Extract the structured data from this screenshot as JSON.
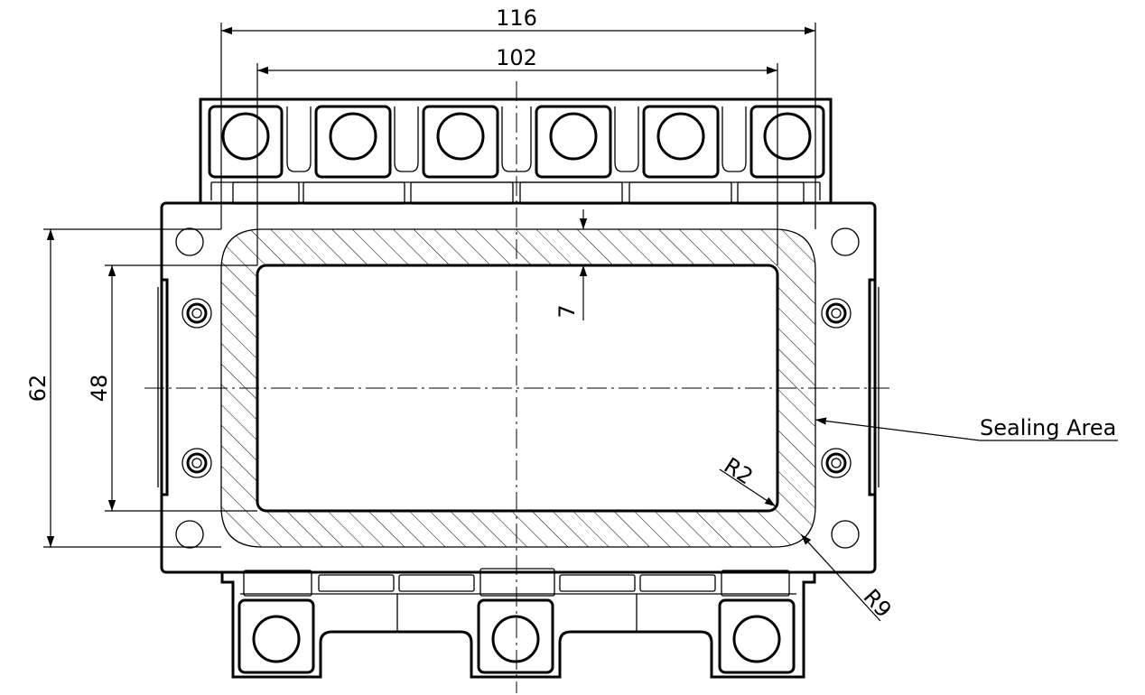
{
  "dimensions": {
    "width_outer": "116",
    "width_inner": "102",
    "height_outer": "62",
    "height_inner": "48",
    "seal_width": "7",
    "inner_radius": "R2",
    "outer_radius": "R9"
  },
  "annotations": {
    "sealing_area": "Sealing Area"
  }
}
